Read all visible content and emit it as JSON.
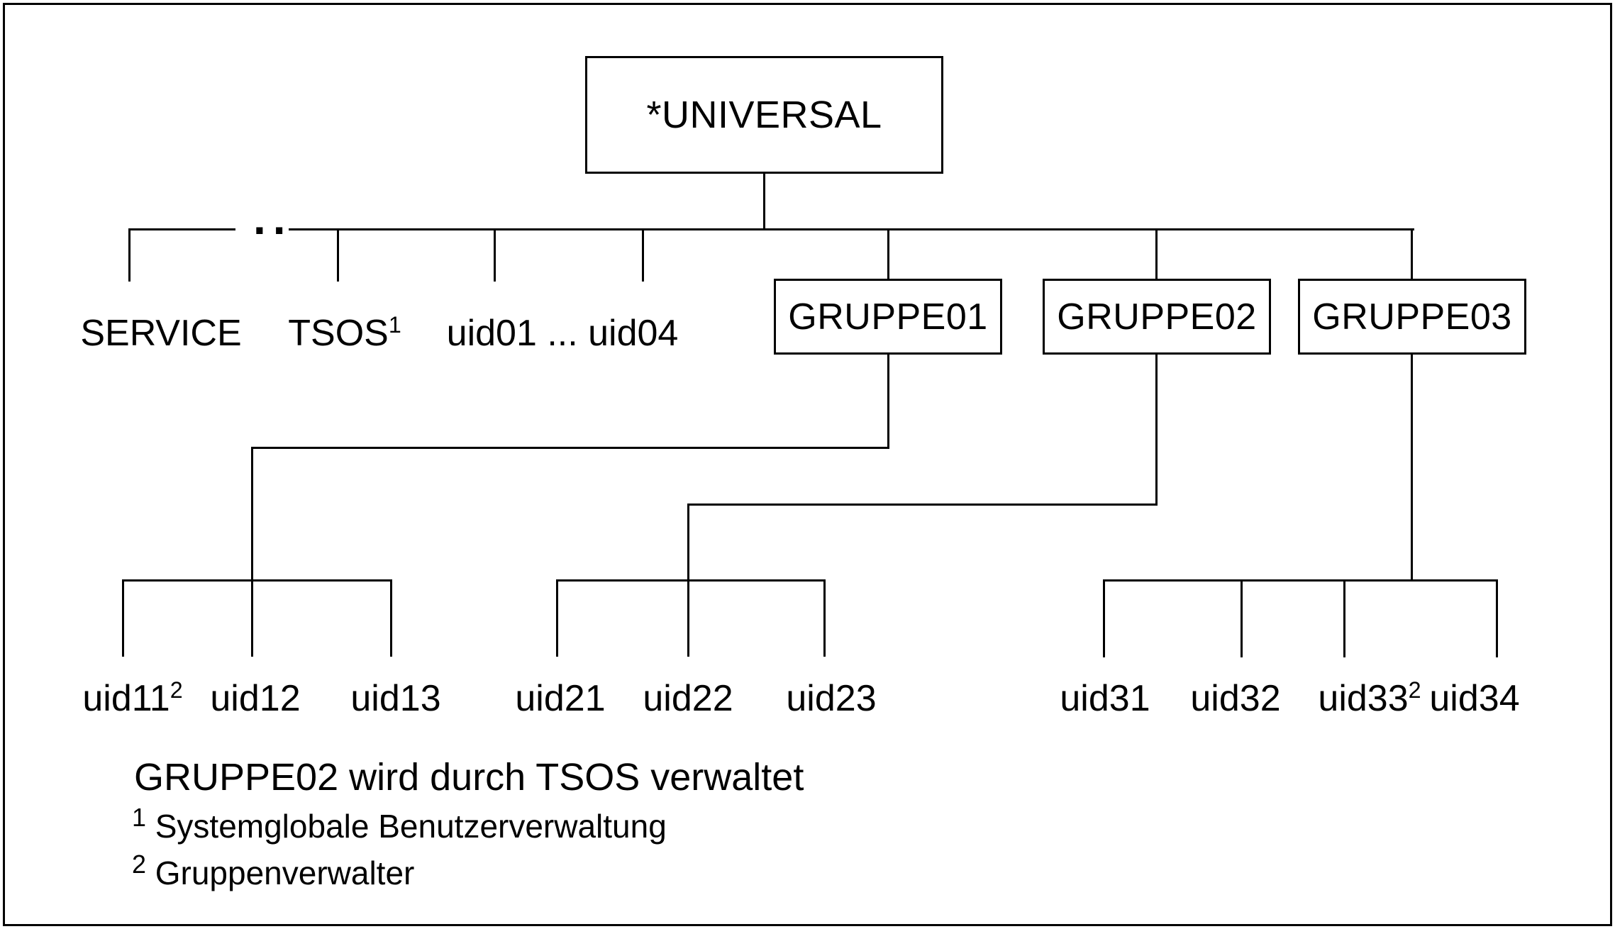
{
  "diagram": {
    "root_node": "*UNIVERSAL",
    "ellipsis_dots": "..",
    "level1": [
      {
        "base": "SERVICE",
        "sup": ""
      },
      {
        "base": "TSOS",
        "sup": "1"
      },
      {
        "base": "uid01 ... uid04",
        "sup": ""
      }
    ],
    "groups": [
      {
        "label": "GRUPPE01"
      },
      {
        "label": "GRUPPE02"
      },
      {
        "label": "GRUPPE03"
      }
    ],
    "users": [
      {
        "base": "uid11",
        "sup": "2"
      },
      {
        "base": "uid12",
        "sup": ""
      },
      {
        "base": "uid13",
        "sup": ""
      },
      {
        "base": "uid21",
        "sup": ""
      },
      {
        "base": "uid22",
        "sup": ""
      },
      {
        "base": "uid23",
        "sup": ""
      },
      {
        "base": "uid31",
        "sup": ""
      },
      {
        "base": "uid32",
        "sup": ""
      },
      {
        "base": "uid33",
        "sup": "2"
      },
      {
        "base": "uid34",
        "sup": ""
      }
    ],
    "notes": {
      "caption": "GRUPPE02 wird durch TSOS verwaltet",
      "footnotes": [
        {
          "sup": "1",
          "text": "Systemglobale Benutzerverwaltung"
        },
        {
          "sup": "2",
          "text": "Gruppenverwalter"
        }
      ]
    },
    "colors": {
      "line": "#000000",
      "background": "#ffffff",
      "text": "#000000"
    }
  }
}
